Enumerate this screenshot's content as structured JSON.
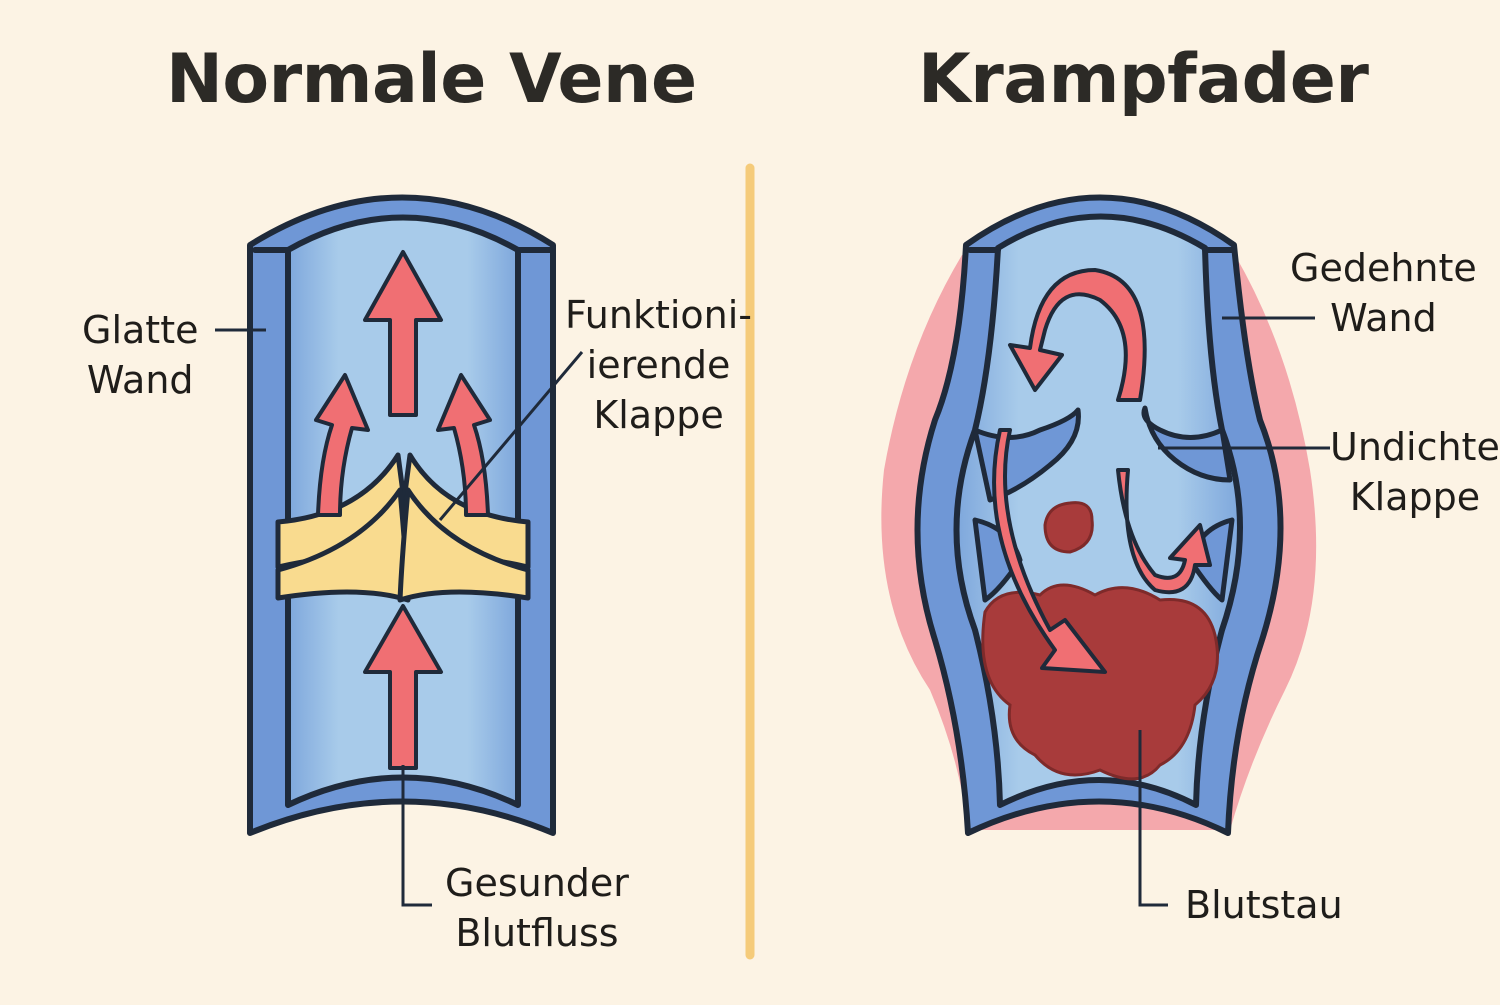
{
  "normal": {
    "title": "Normale Vene",
    "wall_label": [
      "Glatte",
      "Wand"
    ],
    "valve_label": [
      "Funktioni-",
      "ierende",
      "Klappe"
    ],
    "flow_label": [
      "Gesunder",
      "Blutfluss"
    ]
  },
  "varicose": {
    "title": "Krampfader",
    "wall_label": [
      "Gedehnte",
      "Wand"
    ],
    "valve_label": [
      "Undichte",
      "Klappe"
    ],
    "pooling_label": [
      "Blutstau"
    ]
  },
  "colors": {
    "background": "#fcf3e4",
    "vein_wall": "#6f97d6",
    "vein_inner": "#9cc2e6",
    "outline": "#1f2a3a",
    "arrow": "#f06f73",
    "valve_normal": "#f9db8f",
    "blood_pool": "#a83b3b",
    "inflammation": "#f29aa2",
    "divider": "#f5cb7a"
  }
}
